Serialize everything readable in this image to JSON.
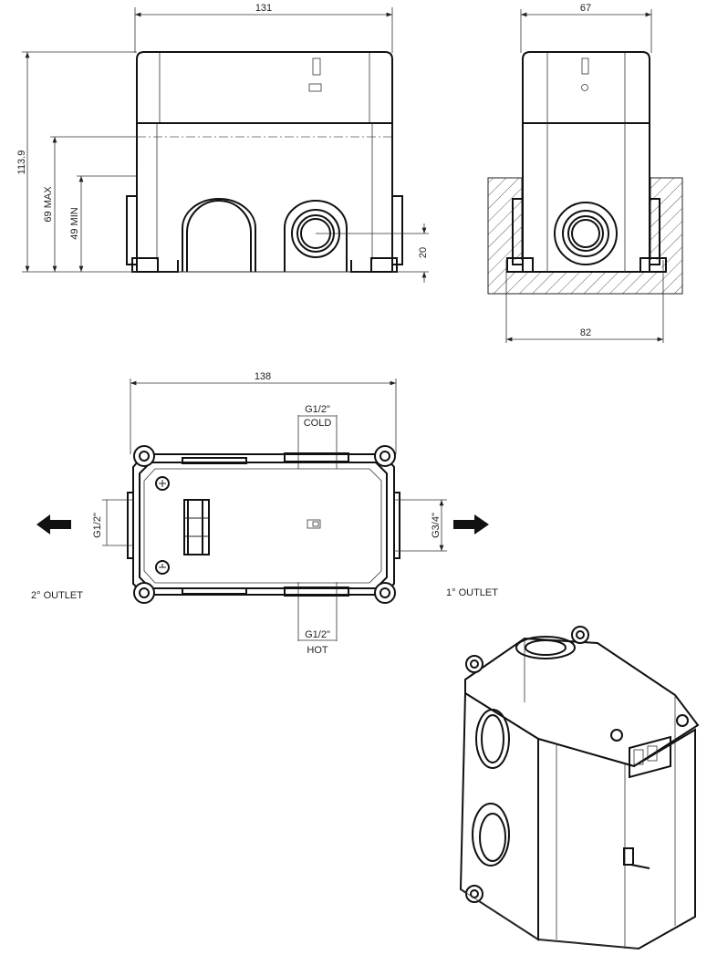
{
  "front_view": {
    "width": "131",
    "height": "113.9",
    "max_depth": "69 MAX",
    "min_depth": "49 MIN",
    "inlet_offset": "20"
  },
  "side_view": {
    "depth_top": "67",
    "depth_bottom": "82"
  },
  "top_view": {
    "width": "138",
    "cold_thread": "G1/2\"",
    "cold_label": "COLD",
    "hot_thread": "G1/2\"",
    "hot_label": "HOT",
    "left_thread": "G1/2\"",
    "right_thread": "G3/4\"",
    "outlet_left": "2° OUTLET",
    "outlet_right": "1° OUTLET"
  }
}
